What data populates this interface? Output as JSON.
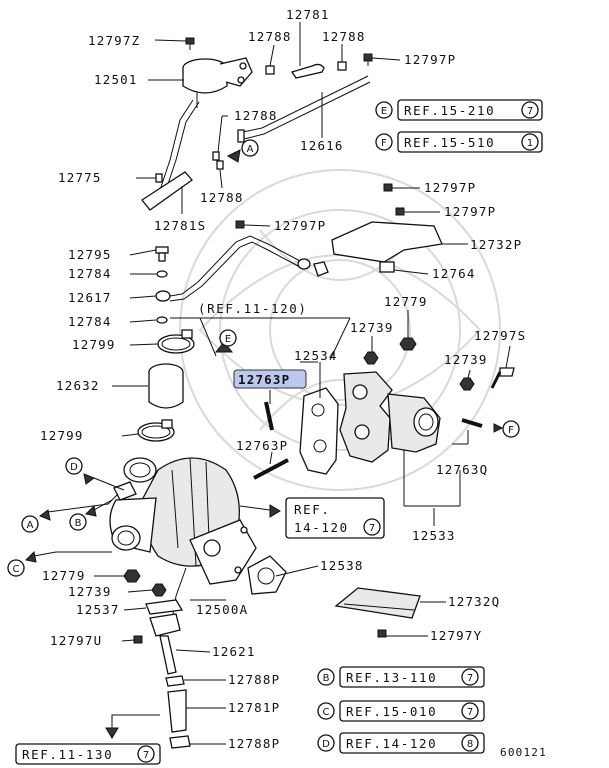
{
  "diagram": {
    "parts": {
      "p12781": "12781",
      "p12797Z": "12797Z",
      "p12788_a": "12788",
      "p12788_b": "12788",
      "p12797P_a": "12797P",
      "p12501": "12501",
      "p12788_c": "12788",
      "p12616": "12616",
      "p12775": "12775",
      "p12788_d": "12788",
      "p12781S": "12781S",
      "p12797P_b": "12797P",
      "p12797P_c": "12797P",
      "p12797P_d": "12797P",
      "p12732P": "12732P",
      "p12795": "12795",
      "p12784_a": "12784",
      "p12764": "12764",
      "p12617": "12617",
      "p12779_a": "12779",
      "p12784_b": "12784",
      "p12739_a": "12739",
      "p12797S": "12797S",
      "p12799_a": "12799",
      "p12534": "12534",
      "p12739_b": "12739",
      "p12763P_hl": "12763P",
      "p12632": "12632",
      "p12799_b": "12799",
      "p12763P_b": "12763P",
      "p12763Q": "12763Q",
      "p12533": "12533",
      "p12779_b": "12779",
      "p12538": "12538",
      "p12739_c": "12739",
      "p12537": "12537",
      "p12500A": "12500A",
      "p12732Q": "12732Q",
      "p12797U": "12797U",
      "p12621": "12621",
      "p12797Y": "12797Y",
      "p12788P_a": "12788P",
      "p12781P": "12781P",
      "p12788P_b": "12788P"
    },
    "refs": {
      "r_e_text": "REF.15-210",
      "r_e_letter": "E",
      "r_e_num": "7",
      "r_f_text": "REF.15-510",
      "r_f_letter": "F",
      "r_f_num": "1",
      "r_11_120": "(REF.11-120)",
      "r_14_120_a": "REF.",
      "r_14_120_b": "14-120",
      "r_14_120_num": "7",
      "r_b_text": "REF.13-110",
      "r_b_letter": "B",
      "r_b_num": "7",
      "r_c_text": "REF.15-010",
      "r_c_letter": "C",
      "r_c_num": "7",
      "r_d_text": "REF.14-120",
      "r_d_letter": "D",
      "r_d_num": "8",
      "r_11_130": "REF.11-130",
      "r_11_130_num": "7"
    },
    "markers": {
      "A": "A",
      "B": "B",
      "C": "C",
      "D": "D",
      "E": "E",
      "F": "F"
    },
    "figure_number": "600121",
    "highlight_color": "#bcc8f0"
  }
}
